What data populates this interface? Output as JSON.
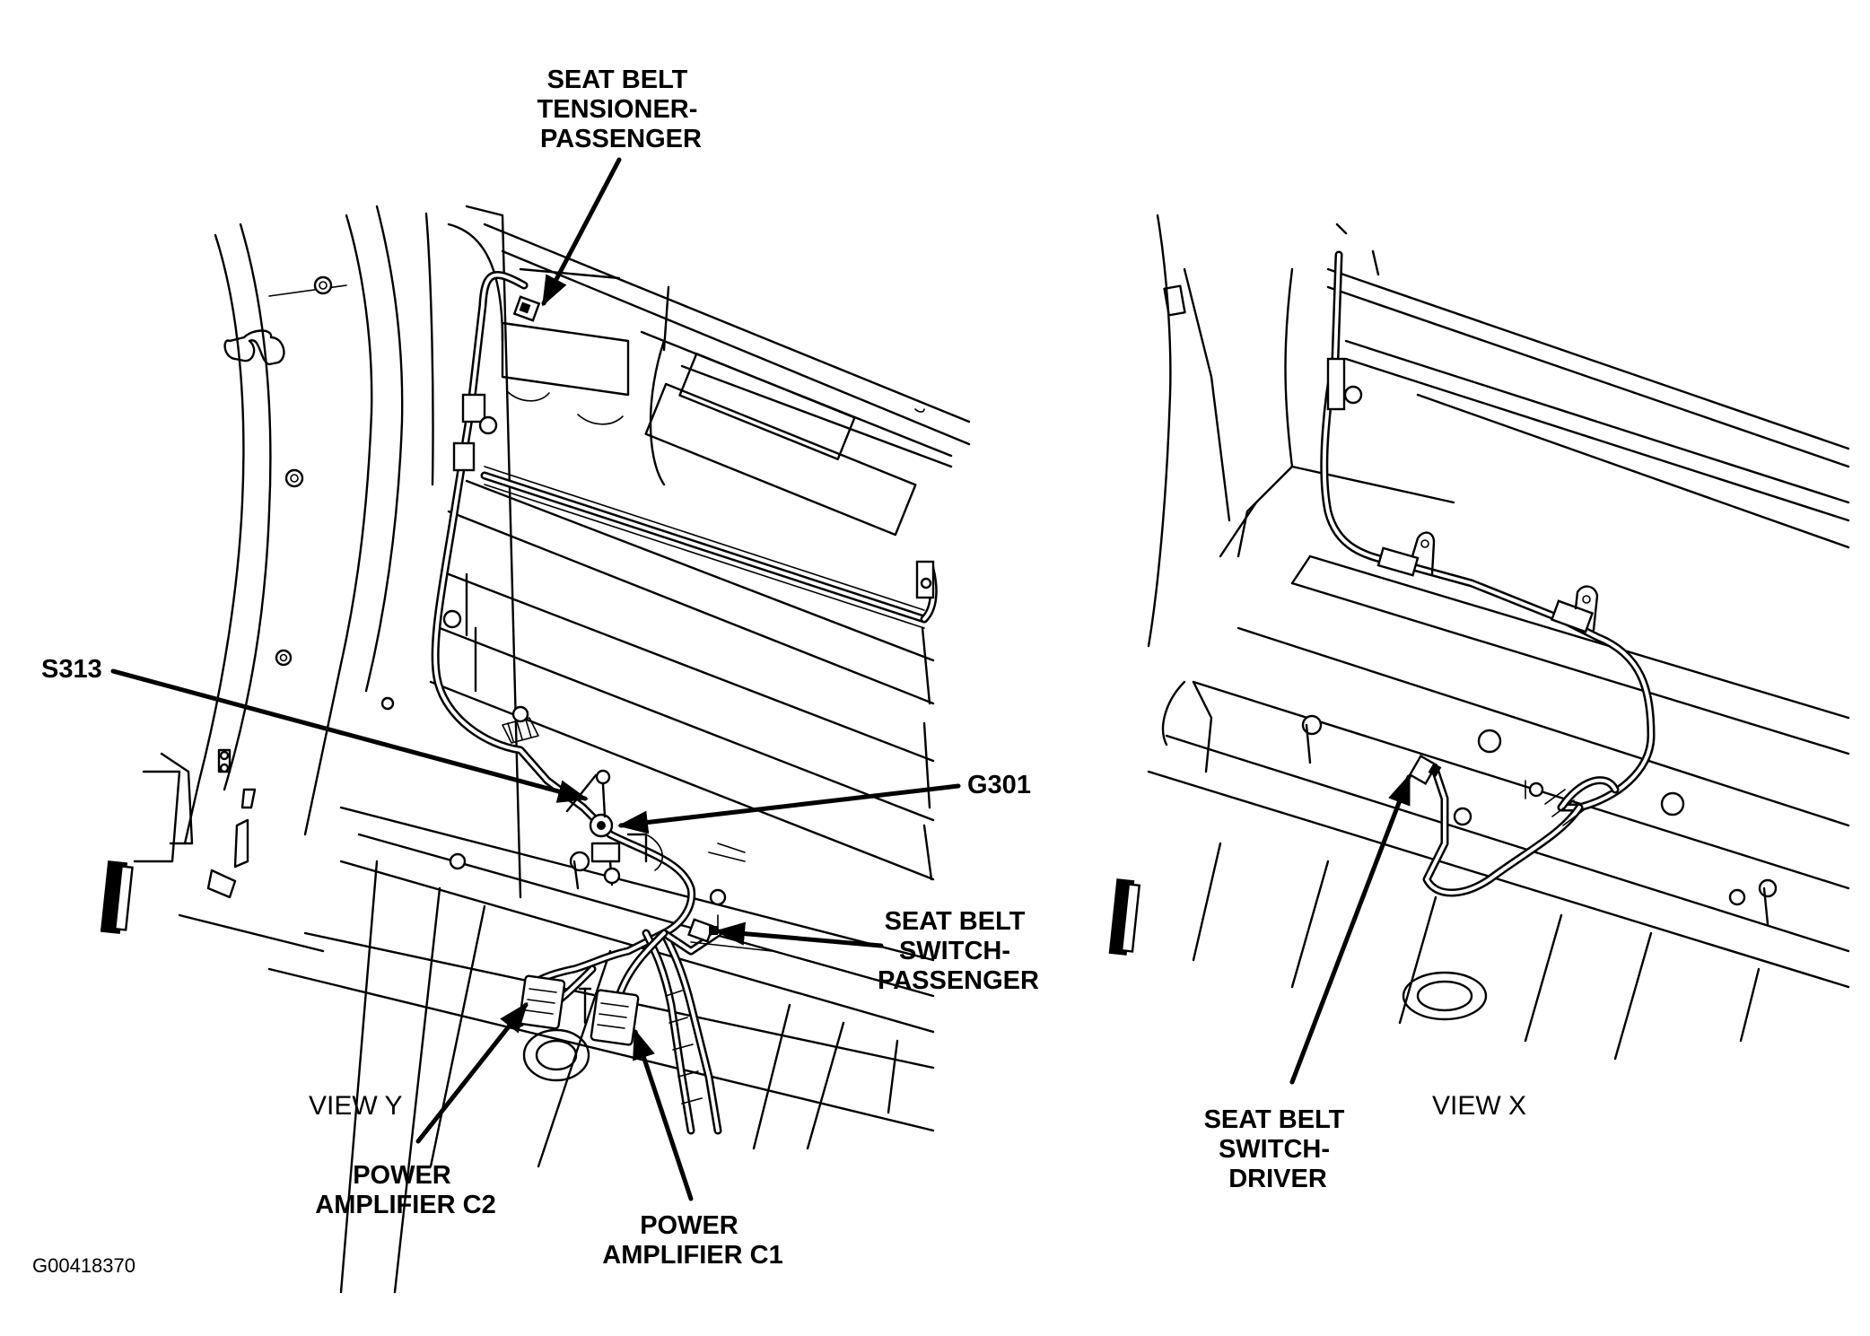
{
  "labels": {
    "tensioner_passenger": [
      "SEAT BELT",
      "TENSIONER-",
      "PASSENGER"
    ],
    "s313": "S313",
    "g301": "G301",
    "switch_passenger": [
      "SEAT BELT",
      "SWITCH-",
      "PASSENGER"
    ],
    "view_y": "VIEW Y",
    "amp_c2": [
      "POWER",
      "AMPLIFIER C2"
    ],
    "amp_c1": [
      "POWER",
      "AMPLIFIER C1"
    ],
    "view_x": "VIEW X",
    "switch_driver": [
      "SEAT BELT",
      "SWITCH-",
      "DRIVER"
    ],
    "figure_id": "G00418370"
  }
}
